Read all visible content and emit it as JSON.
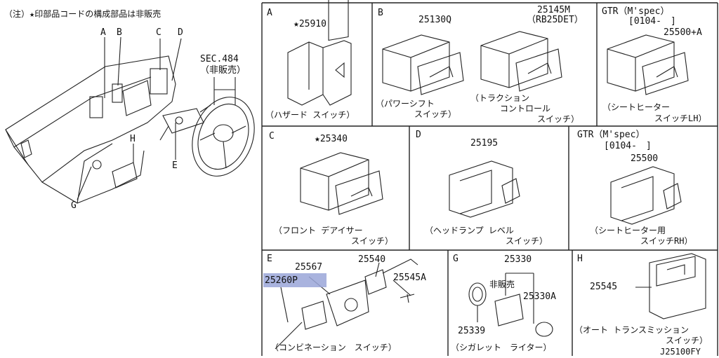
{
  "note": "（注）★印部品コードの構成部品は非販売",
  "overview": {
    "labels": [
      "A",
      "B",
      "C",
      "D",
      "E",
      "G",
      "H"
    ],
    "sec": "SEC.484",
    "sec_sub": "（非販売）"
  },
  "panels": {
    "A": {
      "letter": "A",
      "part": "★25910",
      "caption": [
        "（ハザード スイッチ）"
      ]
    },
    "B1": {
      "letter": "B",
      "part": "25130Q",
      "caption": [
        "（パワーシフト",
        "スイッチ）"
      ]
    },
    "B2": {
      "part": "25145M",
      "part_sub": "（RB25DET）",
      "caption": [
        "（トラクション",
        "コントロール",
        "スイッチ）"
      ]
    },
    "B3": {
      "spec": "GTR（M'spec）",
      "spec_sub": "[0104-　]",
      "part": "25500+A",
      "caption": [
        "（シートヒーター",
        "スイッチLH）"
      ]
    },
    "C": {
      "letter": "C",
      "part": "★25340",
      "caption": [
        "（フロント デアイサー",
        "スイッチ）"
      ]
    },
    "D1": {
      "letter": "D",
      "part": "25195",
      "caption": [
        "（ヘッドランプ レベル",
        "スイッチ）"
      ]
    },
    "D2": {
      "spec": "GTR（M'spec）",
      "spec_sub": "[0104-　]",
      "part": "25500",
      "caption": [
        "（シートヒーター用",
        "スイッチRH）"
      ]
    },
    "E": {
      "letter": "E",
      "parts": [
        "25567",
        "25540",
        "25545A",
        "25260P"
      ],
      "caption": "（コンビネーション　スイッチ）"
    },
    "G": {
      "letter": "G",
      "parts": [
        "25330",
        "非販売",
        "25330A",
        "25339"
      ],
      "caption": "（シガレット　ライター）"
    },
    "H": {
      "letter": "H",
      "part": "25545",
      "caption": [
        "（オート トランスミッション",
        "スイッチ）"
      ],
      "code": "J25100FY"
    }
  }
}
